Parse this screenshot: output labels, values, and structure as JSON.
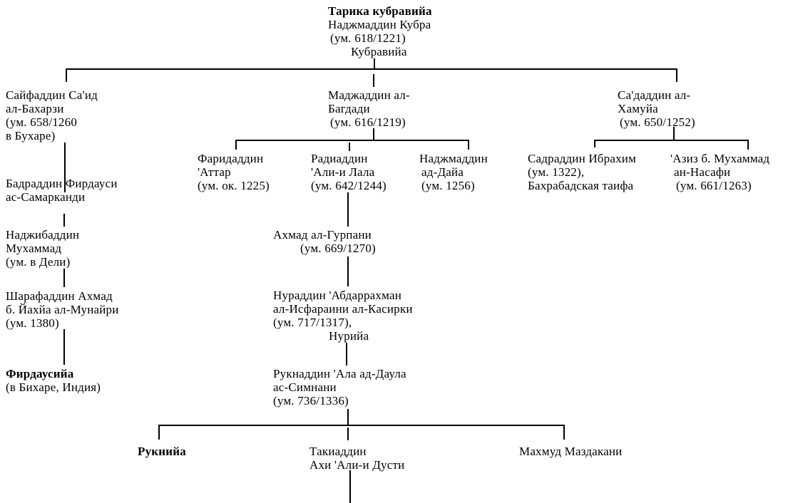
{
  "root": {
    "title": "Тарика кубравийа",
    "name": "Наджмаддин Кубра",
    "date": "(ум. 618/1221)",
    "branch": "Кубравийа"
  },
  "level1": {
    "sayfaddin": [
      "Сайфаддин Са'ид",
      "ал-Бахарзи",
      "(ум. 658/1260",
      "в  Бухаре)"
    ],
    "majdaddin": [
      "Маджаддин ал-",
      "Багдади",
      "(ум. 616/1219)"
    ],
    "sadaddin": [
      "Са'даддин ал-",
      "Хамуйа",
      "(ум. 650/1252)"
    ]
  },
  "majd_children": {
    "faridaddin": [
      "Фаридаддин",
      "'Аттар",
      "(ум. ок. 1225)"
    ],
    "radiaddin": [
      "Радиаддин",
      "'Али-и Лала",
      "(ум. 642/1244)"
    ],
    "najmaddin_daya": [
      "Наджмаддин",
      "ад-Дайа",
      "(ум. 1256)"
    ]
  },
  "sad_children": {
    "sadraddin": [
      "Садраддин Ибрахим",
      "(ум. 1322),",
      "Бахрабадская таифа"
    ],
    "aziz": [
      "'Азиз б. Мухаммад",
      "ан-Насафи",
      "(ум. 661/1263)"
    ]
  },
  "left_chain": {
    "badraddin": [
      "Бадраддин Фирдауси",
      "ас-Самарканди"
    ],
    "najibaddin": [
      "Наджибаддин",
      "Мухаммад",
      "(ум. в Дели)"
    ],
    "sharafaddin": [
      "Шарафаддин Ахмад",
      "б. Йахйа ал-Мунайри",
      "(ум. 1380)"
    ],
    "firdausiya": [
      "Фирдаусийа",
      "(в Бихаре, Индия)"
    ]
  },
  "middle_chain": {
    "ahmad": [
      "Ахмад ал-Гурпани",
      "(ум. 669/1270)"
    ],
    "nuraddin": [
      "Нураддин 'Абдаррахман",
      "ал-Исфараини ал-Касирки",
      "(ум. 717/1317),",
      "Нурийа"
    ],
    "ruknaddin": [
      "Рукнаддин 'Ала ад-Даула",
      "ас-Симнани",
      "(ум. 736/1336)"
    ]
  },
  "rukn_children": {
    "rukniya": "Рукнийа",
    "taqiaddin": [
      "Такиаддин",
      "Ахи 'Али-и Дусти"
    ],
    "mahmud": "Махмуд Маздакани"
  }
}
